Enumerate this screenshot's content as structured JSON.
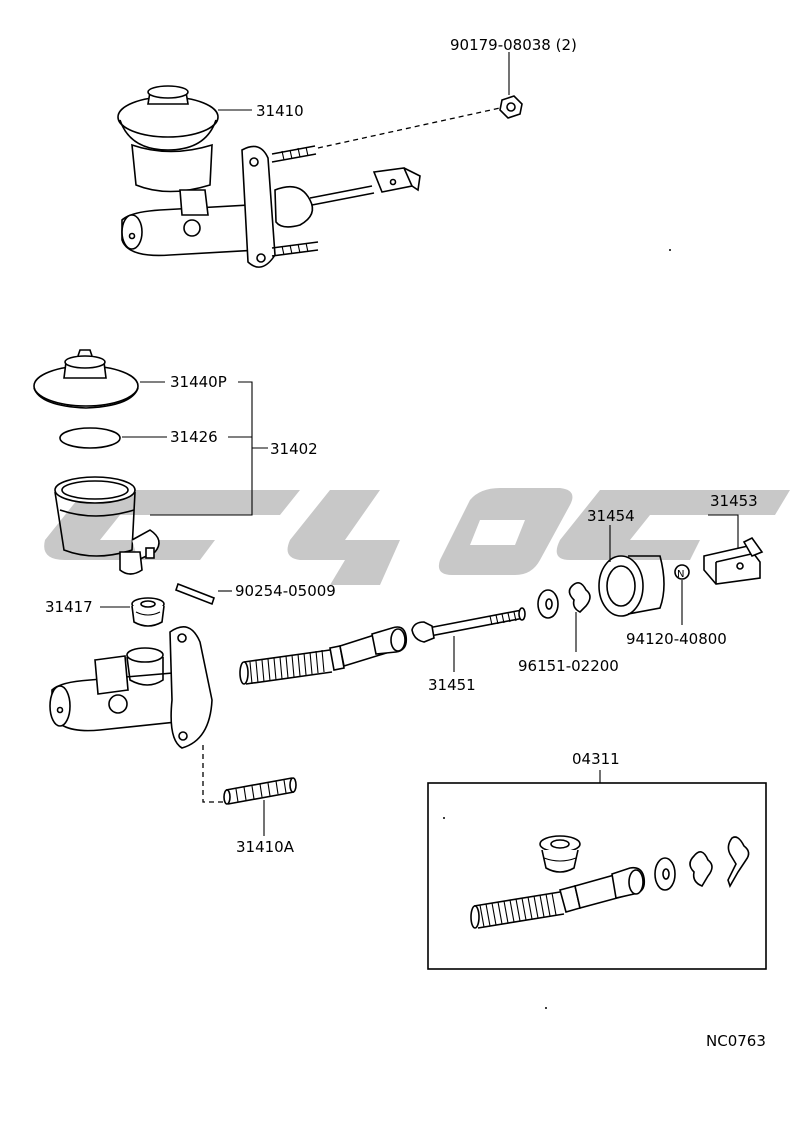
{
  "labels": {
    "p90179": "90179-08038 (2)",
    "p31410": "31410",
    "p31440P": "31440P",
    "p31426": "31426",
    "p31402": "31402",
    "p90254": "90254-05009",
    "p31417": "31417",
    "p31454": "31454",
    "p31453": "31453",
    "p94120": "94120-40800",
    "p96151": "96151-02200",
    "p31451": "31451",
    "p31410A": "31410A",
    "p04311": "04311",
    "code": "NC0763"
  },
  "symbols": {
    "n_mark": "N"
  },
  "colors": {
    "line": "#000000",
    "watermark": "#c8c8c8",
    "background": "#ffffff"
  }
}
